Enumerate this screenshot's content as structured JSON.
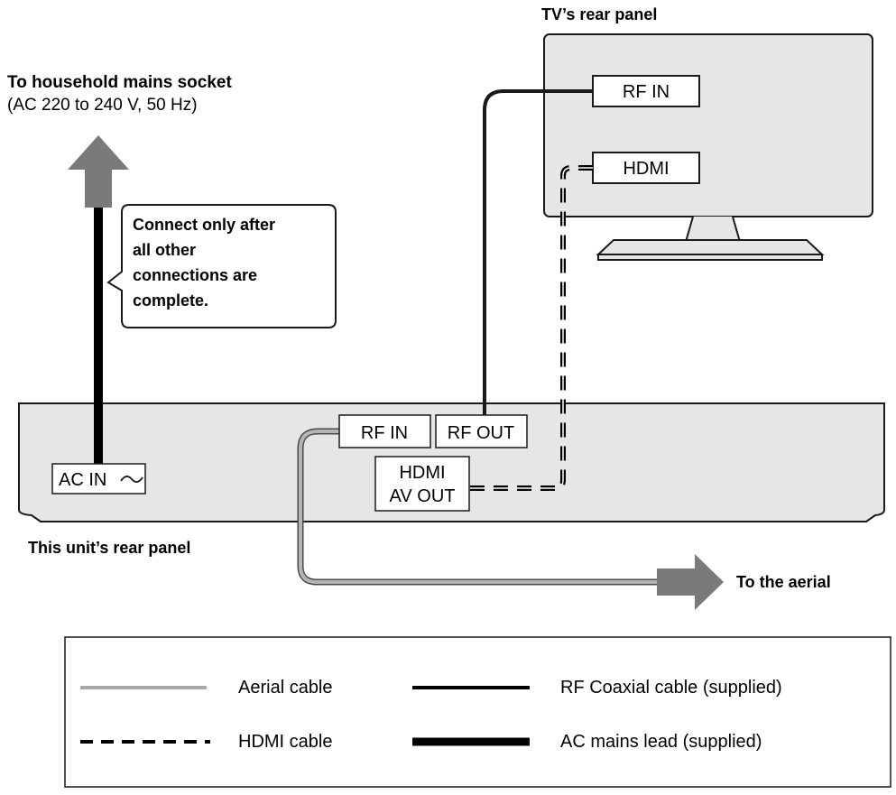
{
  "labels": {
    "tv_rear_panel": "TV’s rear panel",
    "mains_title": "To household mains socket",
    "mains_spec": "(AC 220 to 240 V, 50 Hz)",
    "callout_lines": [
      "Connect only after",
      "all other",
      "connections are",
      "complete."
    ],
    "unit_rear_panel": "This unit’s rear panel",
    "to_aerial": "To the aerial"
  },
  "tv_ports": {
    "rf_in": "RF IN",
    "hdmi": "HDMI"
  },
  "unit_ports": {
    "ac_in": "AC IN",
    "rf_in": "RF IN",
    "rf_out": "RF OUT",
    "hdmi_av_out_line1": "HDMI",
    "hdmi_av_out_line2": "AV OUT"
  },
  "legend": {
    "aerial_cable": "Aerial cable",
    "rf_coaxial_cable": "RF Coaxial cable (supplied)",
    "hdmi_cable": "HDMI cable",
    "ac_mains_lead": "AC mains lead (supplied)"
  },
  "colors": {
    "panel_fill": "#e6e6e6",
    "outline": "#1a1a1a",
    "arrow_gray": "#7a7a7a",
    "aerial_cable": "#9a9a9a",
    "cable_black": "#000000"
  },
  "icons": {
    "ac_symbol": "tilde-wave-icon",
    "arrows": "arrow-icon"
  }
}
